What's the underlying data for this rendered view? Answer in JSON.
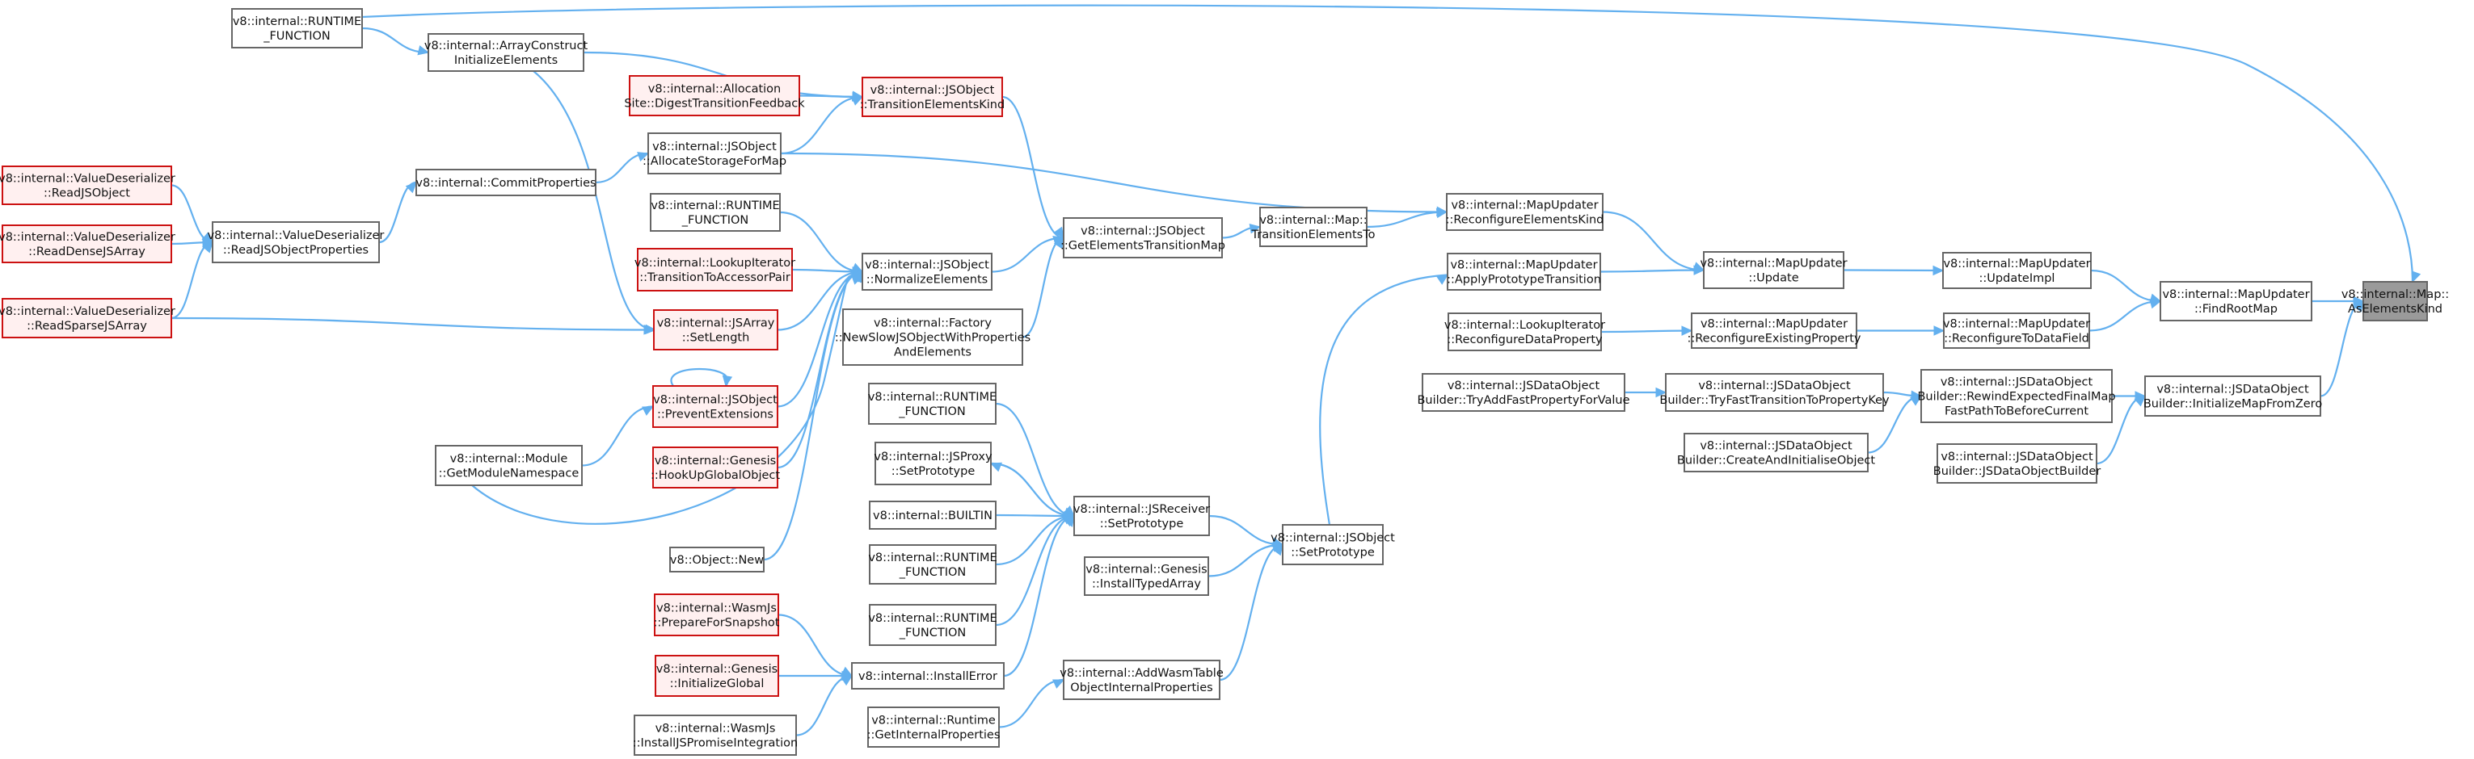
{
  "graph": {
    "title": "",
    "colors": {
      "edge": "#63b0ef",
      "node_border": "#666666",
      "highlight_border": "#cc1111",
      "highlight_fill": "#fff0f0",
      "selected_fill": "#9a9a9a"
    },
    "nodes": [
      {
        "id": "root",
        "lines": [
          "v8::internal::Map::",
          "AsElementsKind"
        ],
        "style": "sel"
      },
      {
        "id": "findroot",
        "lines": [
          "v8::internal::MapUpdater",
          "::FindRootMap"
        ],
        "style": "normal"
      },
      {
        "id": "initzero",
        "lines": [
          "v8::internal::JSDataObject",
          "Builder::InitializeMapFromZero"
        ],
        "style": "normal"
      },
      {
        "id": "updateimpl",
        "lines": [
          "v8::internal::MapUpdater",
          "::UpdateImpl"
        ],
        "style": "normal"
      },
      {
        "id": "reconfdatafield",
        "lines": [
          "v8::internal::MapUpdater",
          "::ReconfigureToDataField"
        ],
        "style": "normal"
      },
      {
        "id": "rewind",
        "lines": [
          "v8::internal::JSDataObject",
          "Builder::RewindExpectedFinalMap",
          "FastPathToBeforeCurrent"
        ],
        "style": "normal"
      },
      {
        "id": "jsdobuilder",
        "lines": [
          "v8::internal::JSDataObject",
          "Builder::JSDataObjectBuilder"
        ],
        "style": "normal"
      },
      {
        "id": "update",
        "lines": [
          "v8::internal::MapUpdater",
          "::Update"
        ],
        "style": "normal"
      },
      {
        "id": "reconfexist",
        "lines": [
          "v8::internal::MapUpdater",
          "::ReconfigureExistingProperty"
        ],
        "style": "normal"
      },
      {
        "id": "tryfast",
        "lines": [
          "v8::internal::JSDataObject",
          "Builder::TryFastTransitionToPropertyKey"
        ],
        "style": "normal"
      },
      {
        "id": "createinit",
        "lines": [
          "v8::internal::JSDataObject",
          "Builder::CreateAndInitialiseObject"
        ],
        "style": "normal"
      },
      {
        "id": "reconfelkind",
        "lines": [
          "v8::internal::MapUpdater",
          "::ReconfigureElementsKind"
        ],
        "style": "normal"
      },
      {
        "id": "applyproto",
        "lines": [
          "v8::internal::MapUpdater",
          "::ApplyPrototypeTransition"
        ],
        "style": "normal"
      },
      {
        "id": "lireconf",
        "lines": [
          "v8::internal::LookupIterator",
          "::ReconfigureDataProperty"
        ],
        "style": "normal"
      },
      {
        "id": "tryadd",
        "lines": [
          "v8::internal::JSDataObject",
          "Builder::TryAddFastPropertyForValue"
        ],
        "style": "normal"
      },
      {
        "id": "transelto",
        "lines": [
          "v8::internal::Map::",
          "TransitionElementsTo"
        ],
        "style": "normal"
      },
      {
        "id": "jsosetproto",
        "lines": [
          "v8::internal::JSObject",
          "::SetPrototype"
        ],
        "style": "normal"
      },
      {
        "id": "getelemtrans",
        "lines": [
          "v8::internal::JSObject",
          "::GetElementsTransitionMap"
        ],
        "style": "normal"
      },
      {
        "id": "jsrsetproto",
        "lines": [
          "v8::internal::JSReceiver",
          "::SetPrototype"
        ],
        "style": "normal"
      },
      {
        "id": "installtyped",
        "lines": [
          "v8::internal::Genesis",
          "::InstallTypedArray"
        ],
        "style": "normal"
      },
      {
        "id": "addwasm",
        "lines": [
          "v8::internal::AddWasmTable",
          "ObjectInternalProperties"
        ],
        "style": "normal"
      },
      {
        "id": "transelkind",
        "lines": [
          "v8::internal::JSObject",
          "::TransitionElementsKind"
        ],
        "style": "red"
      },
      {
        "id": "normelem",
        "lines": [
          "v8::internal::JSObject",
          "::NormalizeElements"
        ],
        "style": "normal"
      },
      {
        "id": "newslow",
        "lines": [
          "v8::internal::Factory",
          "::NewSlowJSObjectWithProperties",
          "AndElements"
        ],
        "style": "normal"
      },
      {
        "id": "rt_a",
        "lines": [
          "v8::internal::RUNTIME",
          "_FUNCTION"
        ],
        "style": "normal"
      },
      {
        "id": "proxysetproto",
        "lines": [
          "v8::internal::JSProxy",
          "::SetPrototype"
        ],
        "style": "normal"
      },
      {
        "id": "builtin",
        "lines": [
          "v8::internal::BUILTIN"
        ],
        "style": "normal"
      },
      {
        "id": "rt_b",
        "lines": [
          "v8::internal::RUNTIME",
          "_FUNCTION"
        ],
        "style": "normal"
      },
      {
        "id": "rt_c",
        "lines": [
          "v8::internal::RUNTIME",
          "_FUNCTION"
        ],
        "style": "normal"
      },
      {
        "id": "installerror",
        "lines": [
          "v8::internal::InstallError"
        ],
        "style": "normal"
      },
      {
        "id": "rtgetint",
        "lines": [
          "v8::internal::Runtime",
          "::GetInternalProperties"
        ],
        "style": "normal"
      },
      {
        "id": "allocsite",
        "lines": [
          "v8::internal::Allocation",
          "Site::DigestTransitionFeedback"
        ],
        "style": "red"
      },
      {
        "id": "allocstorage",
        "lines": [
          "v8::internal::JSObject",
          "::AllocateStorageForMap"
        ],
        "style": "normal"
      },
      {
        "id": "rt_d",
        "lines": [
          "v8::internal::RUNTIME",
          "_FUNCTION"
        ],
        "style": "normal"
      },
      {
        "id": "litrans",
        "lines": [
          "v8::internal::LookupIterator",
          "::TransitionToAccessorPair"
        ],
        "style": "red"
      },
      {
        "id": "jsarrsetlen",
        "lines": [
          "v8::internal::JSArray",
          "::SetLength"
        ],
        "style": "red"
      },
      {
        "id": "prevext",
        "lines": [
          "v8::internal::JSObject",
          "::PreventExtensions"
        ],
        "style": "red"
      },
      {
        "id": "hookup",
        "lines": [
          "v8::internal::Genesis",
          "::HookUpGlobalObject"
        ],
        "style": "red"
      },
      {
        "id": "objnew",
        "lines": [
          "v8::Object::New"
        ],
        "style": "normal"
      },
      {
        "id": "wasmprep",
        "lines": [
          "v8::internal::WasmJs",
          "::PrepareForSnapshot"
        ],
        "style": "red"
      },
      {
        "id": "geninitglobal",
        "lines": [
          "v8::internal::Genesis",
          "::InitializeGlobal"
        ],
        "style": "red"
      },
      {
        "id": "wasmpromise",
        "lines": [
          "v8::internal::WasmJs",
          "::InstallJSPromiseIntegration"
        ],
        "style": "normal"
      },
      {
        "id": "arrconstruct",
        "lines": [
          "v8::internal::ArrayConstruct",
          "InitializeElements"
        ],
        "style": "normal"
      },
      {
        "id": "commitprops",
        "lines": [
          "v8::internal::CommitProperties"
        ],
        "style": "normal"
      },
      {
        "id": "modgetns",
        "lines": [
          "v8::internal::Module",
          "::GetModuleNamespace"
        ],
        "style": "normal"
      },
      {
        "id": "rt_top",
        "lines": [
          "v8::internal::RUNTIME",
          "_FUNCTION"
        ],
        "style": "normal"
      },
      {
        "id": "vdreadjsprops",
        "lines": [
          "v8::internal::ValueDeserializer",
          "::ReadJSObjectProperties"
        ],
        "style": "normal"
      },
      {
        "id": "vdreadjsobj",
        "lines": [
          "v8::internal::ValueDeserializer",
          "::ReadJSObject"
        ],
        "style": "red"
      },
      {
        "id": "vdreaddense",
        "lines": [
          "v8::internal::ValueDeserializer",
          "::ReadDenseJSArray"
        ],
        "style": "red"
      },
      {
        "id": "vdreadsparse",
        "lines": [
          "v8::internal::ValueDeserializer",
          "::ReadSparseJSArray"
        ],
        "style": "red"
      }
    ]
  }
}
